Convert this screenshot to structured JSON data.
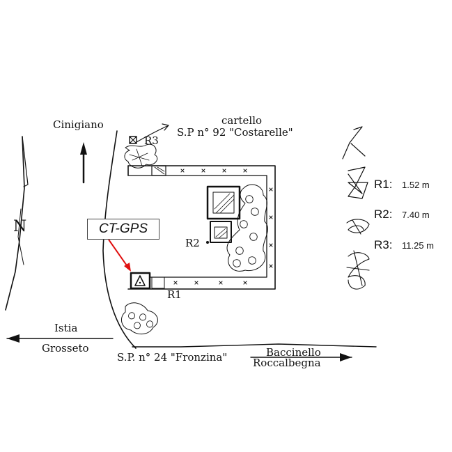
{
  "labels": {
    "north": "N",
    "cinigiano": "Cinigiano",
    "cartello": "cartello",
    "sp92": "S.P n° 92 \"Costarelle\"",
    "istia": "Istia",
    "grosseto": "Grosseto",
    "sp24": "S.P. n° 24 \"Fronzina\"",
    "baccinello": "Baccinello",
    "roccalbegna": "Roccalbegna",
    "ct_gps": "CT-GPS",
    "r1": "R1",
    "r2": "R2",
    "r3": "R3"
  },
  "legend": [
    {
      "label": "R1:",
      "value": "1.52 m"
    },
    {
      "label": "R2:",
      "value": "7.40 m"
    },
    {
      "label": "R3:",
      "value": "11.25 m"
    }
  ],
  "colors": {
    "ink": "#111111",
    "pointer": "#e01010"
  }
}
